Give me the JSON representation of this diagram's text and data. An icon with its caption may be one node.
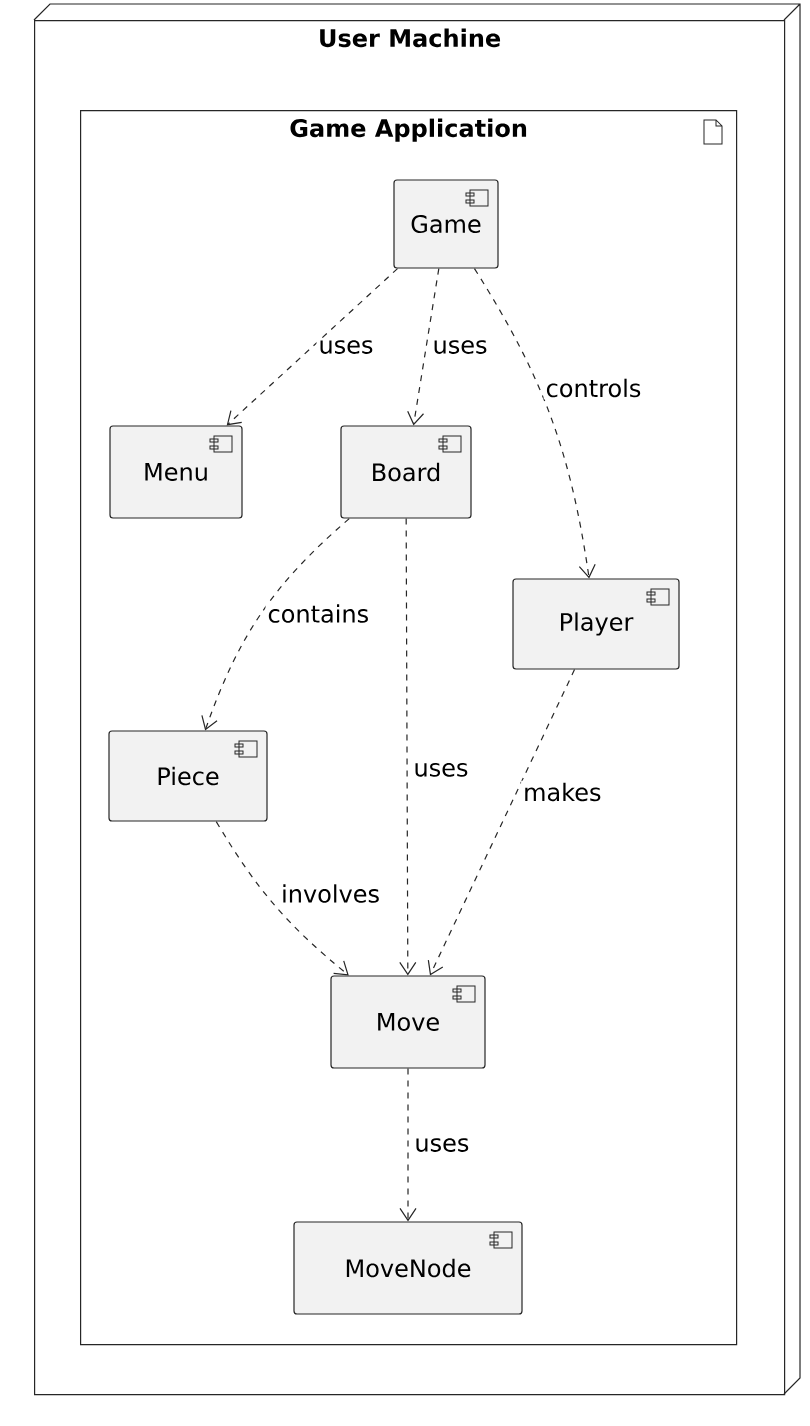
{
  "diagram": {
    "nodes": [
      {
        "text": [
          "User Machine"
        ]
      },
      {
        "text": [
          "Game Application"
        ],
        "in": 0
      },
      {
        "text": [
          "Game"
        ],
        "in": 1
      },
      {
        "text": [
          "Menu"
        ],
        "in": 1
      },
      {
        "text": [
          "Board"
        ],
        "in": 1
      },
      {
        "text": [
          "Player"
        ],
        "in": 1
      },
      {
        "text": [
          "Piece"
        ],
        "in": 1
      },
      {
        "text": [
          "Move"
        ],
        "in": 1
      },
      {
        "text": [
          "MoveNode"
        ],
        "in": 1
      }
    ],
    "edges": [
      {
        "from": 2,
        "to": 3,
        "arrow": "to",
        "label": "uses",
        "style": "dashed"
      },
      {
        "from": 2,
        "to": 4,
        "arrow": "to",
        "label": "uses",
        "style": "dashed"
      },
      {
        "from": 2,
        "to": 5,
        "arrow": "to",
        "label": "controls",
        "style": "dashed"
      },
      {
        "from": 4,
        "to": 6,
        "arrow": "to",
        "label": "contains",
        "style": "dashed"
      },
      {
        "from": 4,
        "to": 7,
        "arrow": "to",
        "label": "uses",
        "style": "dashed"
      },
      {
        "from": 5,
        "to": 7,
        "arrow": "to",
        "label": "makes",
        "style": "dashed"
      },
      {
        "from": 6,
        "to": 7,
        "arrow": "to",
        "label": "involves",
        "style": "dashed"
      },
      {
        "from": 7,
        "to": 8,
        "arrow": "to",
        "label": "uses",
        "style": "dashed"
      }
    ]
  }
}
